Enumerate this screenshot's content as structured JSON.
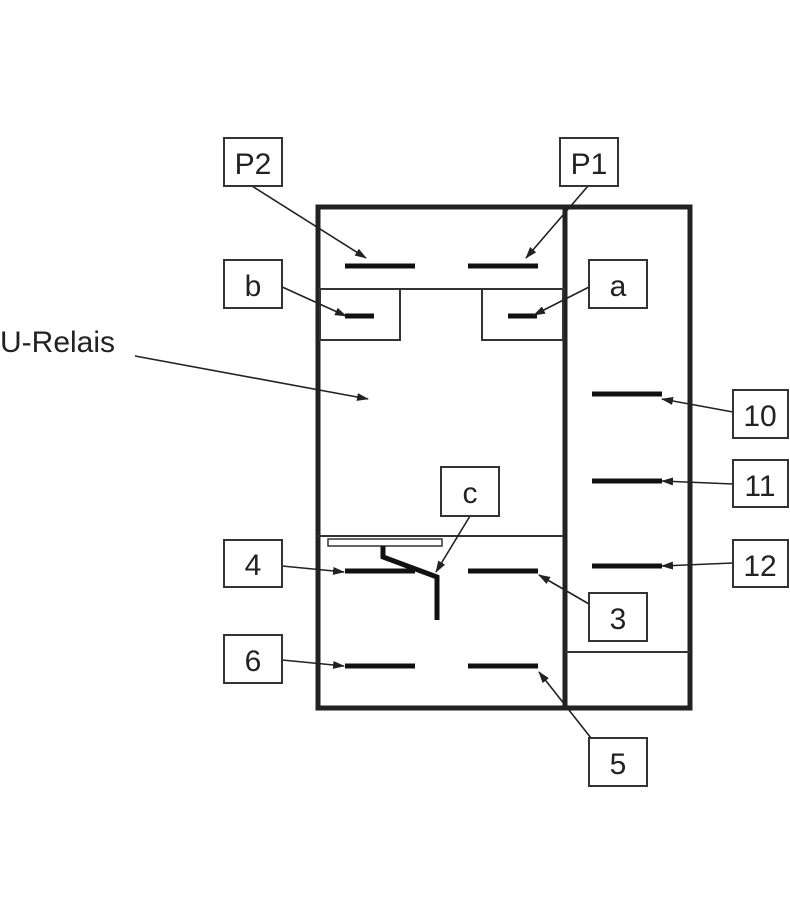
{
  "labels": {
    "p2": "P2",
    "p1": "P1",
    "b": "b",
    "a": "a",
    "u_relais": "U-Relais",
    "t10": "10",
    "t11": "11",
    "t12": "12",
    "c": "c",
    "t4": "4",
    "t3": "3",
    "t6": "6",
    "t5": "5"
  }
}
